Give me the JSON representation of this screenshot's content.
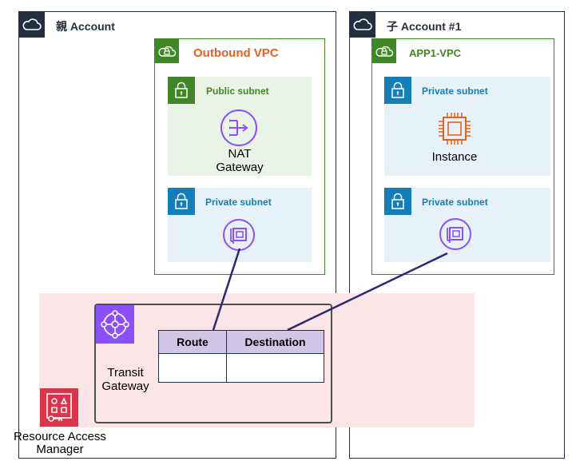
{
  "parent_account": {
    "label": "親 Account"
  },
  "child_account": {
    "label": "子 Account #1"
  },
  "outbound_vpc": {
    "label": "Outbound VPC"
  },
  "app_vpc": {
    "label": "APP1-VPC"
  },
  "subnets": {
    "public": "Public subnet",
    "private_outbound": "Private subnet",
    "private_app_top": "Private subnet",
    "private_app_bottom": "Private subnet"
  },
  "nat": {
    "line1": "NAT",
    "line2": "Gateway"
  },
  "instance": {
    "label": "Instance"
  },
  "transit_gateway": {
    "line1": "Transit",
    "line2": "Gateway"
  },
  "route_table": {
    "headers": [
      "Route",
      "Destination"
    ]
  },
  "ram": {
    "line1": "Resource Access",
    "line2": "Manager"
  },
  "colors": {
    "account_border": "#232f3e",
    "vpc_green": "#3f8624",
    "outbound_orange": "#e7601f",
    "subnet_blue": "#147eba",
    "tgw_purple": "#8c4fff",
    "connector": "#2e2677",
    "ram_red": "#dd344c",
    "ram_bg": "#fbe5e7"
  },
  "icons": [
    "cloud-icon",
    "vpc-cloud-lock-icon",
    "padlock-icon",
    "nat-gateway-icon",
    "ec2-instance-chip-icon",
    "network-interface-icon",
    "transit-gateway-icon",
    "resource-access-manager-icon"
  ]
}
